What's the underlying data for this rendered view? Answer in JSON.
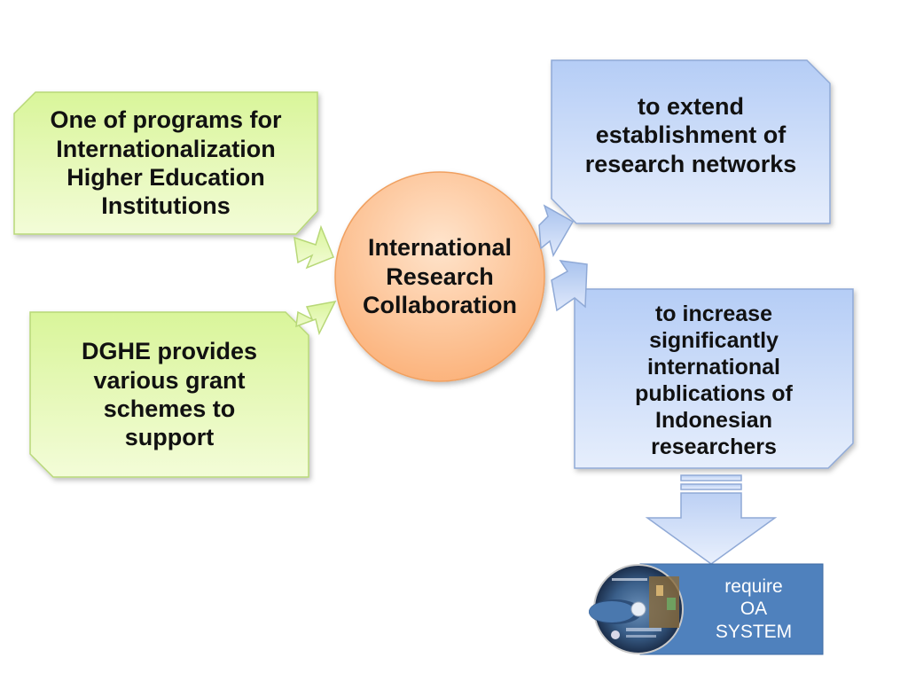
{
  "diagram": {
    "left_top_box": "One of programs for\nInternationalization\nHigher Education\nInstitutions",
    "left_bottom_box": "DGHE provides\nvarious grant\nschemes to\nsupport",
    "center_circle": "International\nResearch\nCollaboration",
    "right_top_box": "to extend\nestablishment of\nresearch networks",
    "right_bottom_box": "to increase\nsignificantly\ninternational\npublications of\nIndonesian\nresearchers",
    "oa_box": "require\nOA\nSYSTEM"
  },
  "colors": {
    "green_fill": "#e4f7b8",
    "green_border": "#b8d878",
    "blue_fill": "#c9daf8",
    "blue_border": "#8fa9d6",
    "center_fill": "#fdc9a0",
    "center_border": "#f0a060",
    "oa_box_fill": "#4f81bd"
  }
}
